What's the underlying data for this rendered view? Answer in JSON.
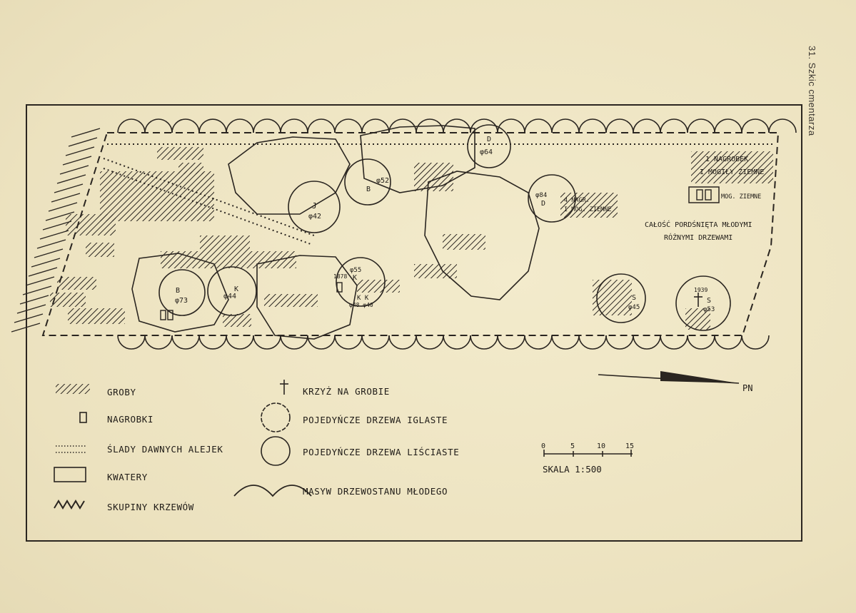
{
  "caption": "31. Szkic cmentarza",
  "map_notes": {
    "note_top_right_1": "1 NAGROBEK",
    "note_top_right_2": "I MOGIŁY ZIEMNE",
    "note_graves_1": "MOG. ZIEMNE",
    "note_center_1": "4 NAGR.",
    "note_center_2": "I MOG. ZIEMNE",
    "note_overgrown_1": "CAŁOŚĆ PORDŚNIĘTA MŁODYMI",
    "note_overgrown_2": "RÓŻNYMI DRZEWAMI",
    "trees": [
      {
        "letter": "D",
        "dia": "φ64"
      },
      {
        "letter": "B",
        "dia": "φ52"
      },
      {
        "letter": "J",
        "dia": "φ42"
      },
      {
        "letter": "D",
        "dia": "φ84"
      },
      {
        "letter": "B",
        "dia": "φ73"
      },
      {
        "letter": "K",
        "dia": "φ44"
      },
      {
        "letter": "K",
        "dia": "φ55"
      },
      {
        "letter": "K K",
        "dia": "φ48 φ40"
      },
      {
        "letter": "S",
        "dia": "φ45"
      },
      {
        "letter": "S",
        "dia": "φ53"
      }
    ],
    "year_1878": "1878",
    "year_1939": "1939"
  },
  "legend": {
    "graves": "GROBY",
    "tombstones": "NAGROBKI",
    "old_alleys": "ŚLADY DAWNYCH ALEJEK",
    "quarters": "KWATERY",
    "shrubs": "SKUPINY KRZEWÓW",
    "cross": "KRZYŻ NA GROBIE",
    "conifers": "POJEDYŃCZE DRZEWA IGLASTE",
    "deciduous": "POJEDYŃCZE DRZEWA LIŚCIASTE",
    "young_stand": "MASYW DRZEWOSTANU MŁODEGO"
  },
  "scale": {
    "ticks": [
      "0",
      "5",
      "10",
      "15"
    ],
    "label": "SKALA 1:500"
  },
  "north_arrow": {
    "label": "PN"
  }
}
